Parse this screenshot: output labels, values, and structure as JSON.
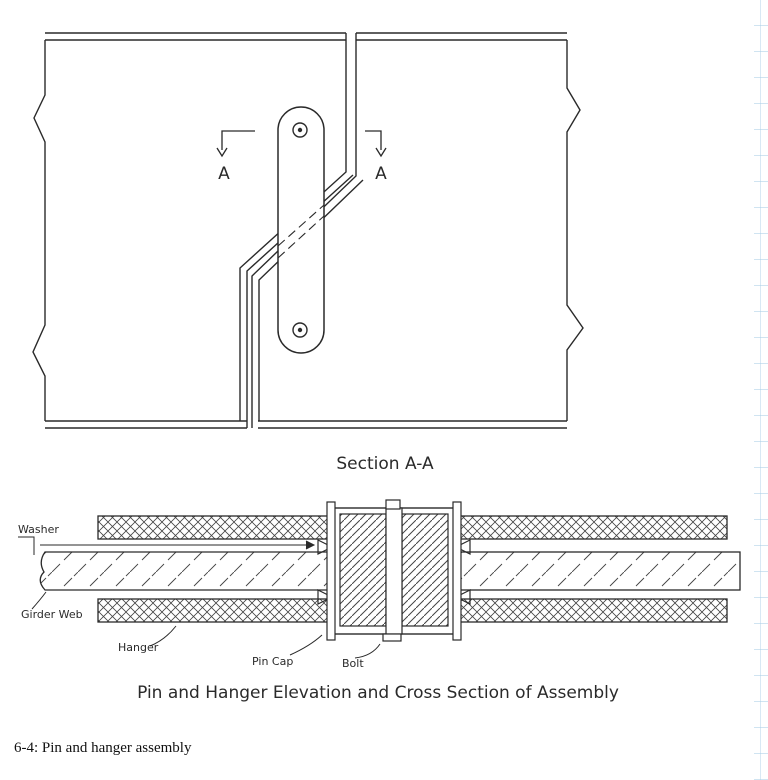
{
  "labels": {
    "section_left": "A",
    "section_right": "A",
    "section_title": "Section A-A",
    "washer": "Washer",
    "girder_web": "Girder Web",
    "hanger": "Hanger",
    "pin_cap": "Pin Cap",
    "bolt": "Bolt",
    "assembly_title": "Pin and Hanger Elevation and Cross Section of Assembly"
  },
  "caption": "6-4: Pin and hanger assembly",
  "colors": {
    "line": "#2a2a2a",
    "hatch": "#444444",
    "page": "#ffffff"
  }
}
